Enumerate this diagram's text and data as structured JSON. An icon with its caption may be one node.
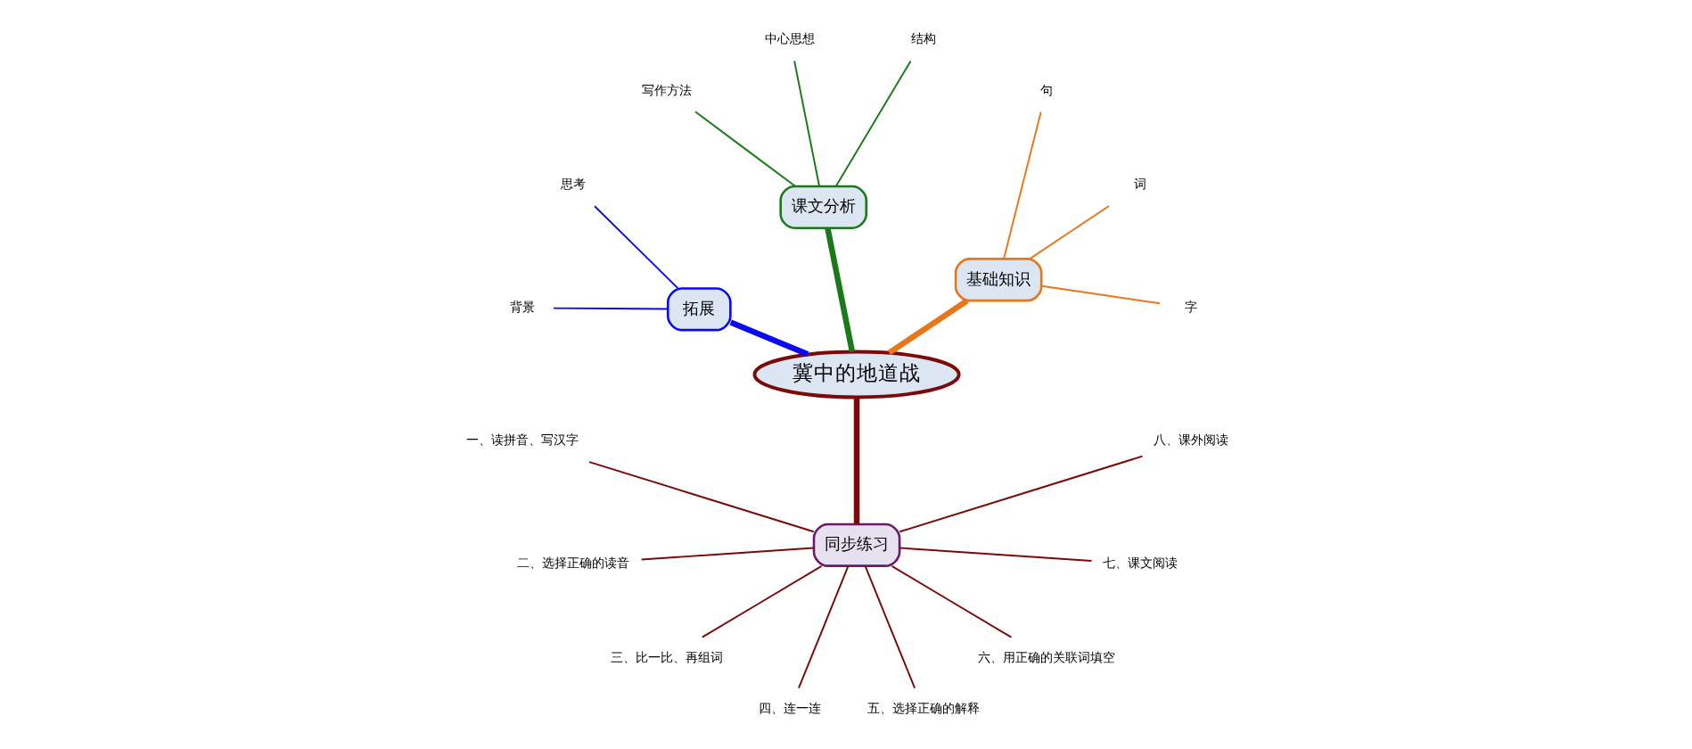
{
  "diagram": {
    "nodes": [
      {
        "text": [
          "冀中的地道战"
        ]
      },
      {
        "text": [
          "基础知识"
        ]
      },
      {
        "text": [
          "字"
        ]
      },
      {
        "text": [
          "词"
        ]
      },
      {
        "text": [
          "句"
        ]
      },
      {
        "text": [
          "课文分析"
        ]
      },
      {
        "text": [
          "结构"
        ]
      },
      {
        "text": [
          "中心思想"
        ]
      },
      {
        "text": [
          "写作方法"
        ]
      },
      {
        "text": [
          "拓展"
        ]
      },
      {
        "text": [
          "思考"
        ]
      },
      {
        "text": [
          "背景"
        ]
      },
      {
        "text": [
          "同步练习"
        ]
      },
      {
        "text": [
          "一、读拼音、写汉字"
        ]
      },
      {
        "text": [
          "二、选择正确的读音"
        ]
      },
      {
        "text": [
          "三、比一比、再组词"
        ]
      },
      {
        "text": [
          "四、连一连"
        ]
      },
      {
        "text": [
          "五、选择正确的解释"
        ]
      },
      {
        "text": [
          "六、用正确的关联词填空"
        ]
      },
      {
        "text": [
          "七、课文阅读"
        ]
      },
      {
        "text": [
          "八、课外阅读"
        ]
      }
    ],
    "edges": [
      {
        "from": 0,
        "to": 1,
        "arrow": "none",
        "style": "thick",
        "color": "#e8761a"
      },
      {
        "from": 1,
        "to": 2,
        "arrow": "none",
        "color": "#e8761a"
      },
      {
        "from": 1,
        "to": 3,
        "arrow": "none",
        "color": "#e8761a"
      },
      {
        "from": 1,
        "to": 4,
        "arrow": "none",
        "color": "#e8761a"
      },
      {
        "from": 0,
        "to": 5,
        "arrow": "none",
        "style": "thick",
        "color": "#1a7a1a"
      },
      {
        "from": 5,
        "to": 6,
        "arrow": "none",
        "color": "#1a7a1a"
      },
      {
        "from": 5,
        "to": 7,
        "arrow": "none",
        "color": "#1a7a1a"
      },
      {
        "from": 5,
        "to": 8,
        "arrow": "none",
        "color": "#1a7a1a"
      },
      {
        "from": 0,
        "to": 9,
        "arrow": "none",
        "style": "thick",
        "color": "#0a0af0"
      },
      {
        "from": 9,
        "to": 10,
        "arrow": "none",
        "color": "#0a0af0"
      },
      {
        "from": 9,
        "to": 11,
        "arrow": "none",
        "color": "#0a0af0"
      },
      {
        "from": 0,
        "to": 12,
        "arrow": "none",
        "style": "thick"
      },
      {
        "from": 12,
        "to": 13,
        "arrow": "none"
      },
      {
        "from": 12,
        "to": 14,
        "arrow": "none"
      },
      {
        "from": 12,
        "to": 15,
        "arrow": "none"
      },
      {
        "from": 12,
        "to": 16,
        "arrow": "none"
      },
      {
        "from": 12,
        "to": 17,
        "arrow": "none"
      },
      {
        "from": 12,
        "to": 18,
        "arrow": "none"
      },
      {
        "from": 12,
        "to": 19,
        "arrow": "none"
      },
      {
        "from": 12,
        "to": 20,
        "arrow": "none"
      }
    ]
  }
}
